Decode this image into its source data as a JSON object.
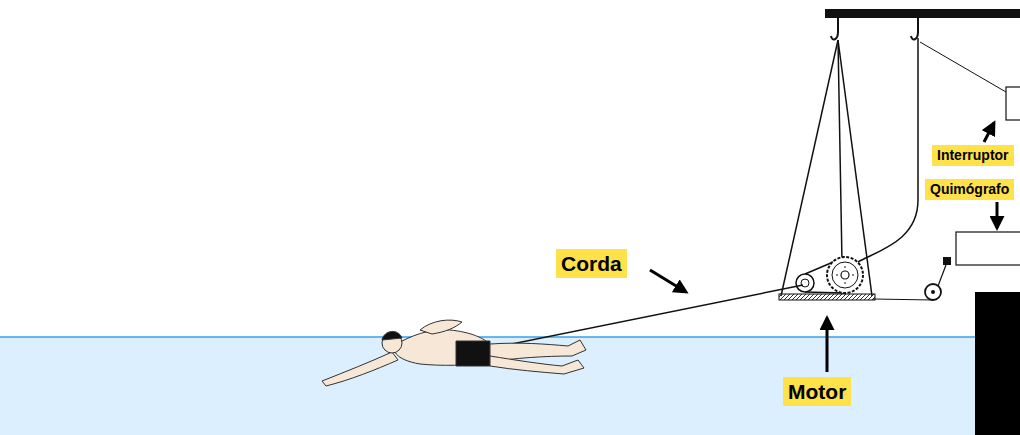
{
  "diagram": {
    "nodes": [
      {
        "text": [
          "Interruptor"
        ]
      },
      {
        "text": [
          "Quimógrafo"
        ]
      },
      {
        "text": [
          "Corda"
        ]
      },
      {
        "text": [
          "Motor"
        ]
      }
    ],
    "edges": []
  }
}
